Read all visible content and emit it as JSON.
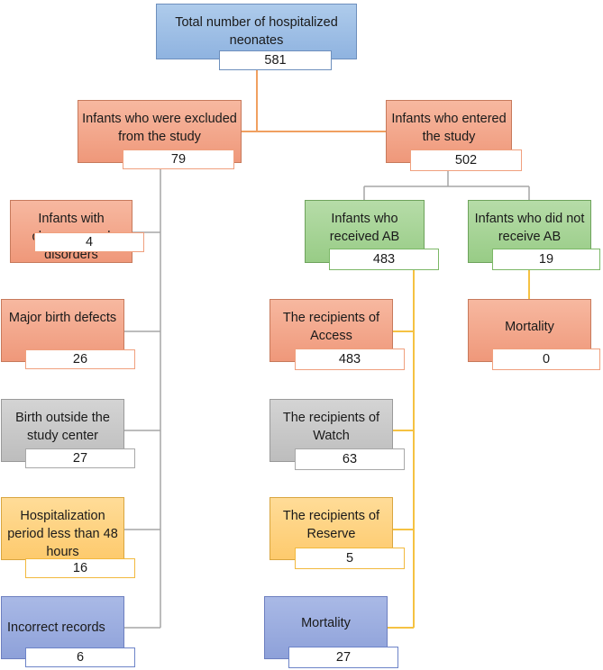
{
  "colors": {
    "blue": "#8fb3e0",
    "salmon": "#ef987a",
    "green": "#98cc86",
    "gray": "#bdbdbd",
    "gold": "#fdca6d",
    "purple": "#8ea1d9",
    "orange_line": "#f0a060",
    "gray_line": "#a6a6a6",
    "gold_line": "#f5c242"
  },
  "nodes": {
    "total": {
      "label": "Total number of hospitalized neonates",
      "value": "581"
    },
    "excluded": {
      "label": "Infants who were excluded from the study",
      "value": "79"
    },
    "entered": {
      "label": "Infants who entered the study",
      "value": "502"
    },
    "chromosomal": {
      "label": "Infants with chromosomal disorders",
      "value": "4"
    },
    "birth_defects": {
      "label": "Major birth defects",
      "value": "26"
    },
    "outside_center": {
      "label": "Birth outside the study center",
      "value": "27"
    },
    "short_stay": {
      "label": "Hospitalization period less than 48 hours",
      "value": "16"
    },
    "incorrect": {
      "label": "Incorrect records",
      "value": "6"
    },
    "received_ab": {
      "label": "Infants who received AB",
      "value": "483"
    },
    "not_received_ab": {
      "label": "Infants who did not receive AB",
      "value": "19"
    },
    "access": {
      "label": "The recipients of Access",
      "value": "483"
    },
    "watch": {
      "label": "The recipients of Watch",
      "value": "63"
    },
    "reserve": {
      "label": "The recipients of Reserve",
      "value": "5"
    },
    "mortality_ab": {
      "label": "Mortality",
      "value": "27"
    },
    "mortality_no_ab": {
      "label": "Mortality",
      "value": "0"
    }
  }
}
